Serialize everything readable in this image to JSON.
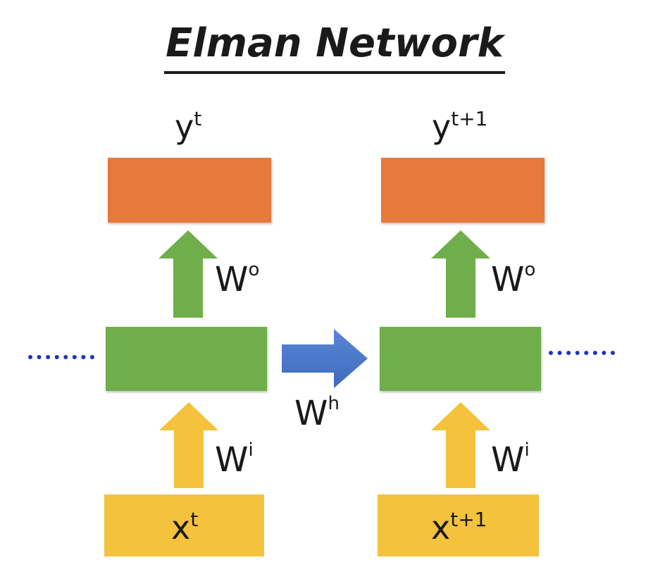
{
  "title": "Elman Network",
  "colors": {
    "output": "#e6793b",
    "hidden": "#6fae4a",
    "input": "#f4c23c",
    "recurrent_arrow": "#4a77c9",
    "dots": "#2033b8"
  },
  "steps": [
    {
      "output_label": {
        "base": "y",
        "sup": "t"
      },
      "input_label": {
        "base": "x",
        "sup": "t"
      },
      "output_weight": {
        "base": "W",
        "sup": "o"
      },
      "input_weight": {
        "base": "W",
        "sup": "i"
      }
    },
    {
      "output_label": {
        "base": "y",
        "sup": "t+1"
      },
      "input_label": {
        "base": "x",
        "sup": "t+1"
      },
      "output_weight": {
        "base": "W",
        "sup": "o"
      },
      "input_weight": {
        "base": "W",
        "sup": "i"
      }
    }
  ],
  "recurrent_weight": {
    "base": "W",
    "sup": "h"
  }
}
